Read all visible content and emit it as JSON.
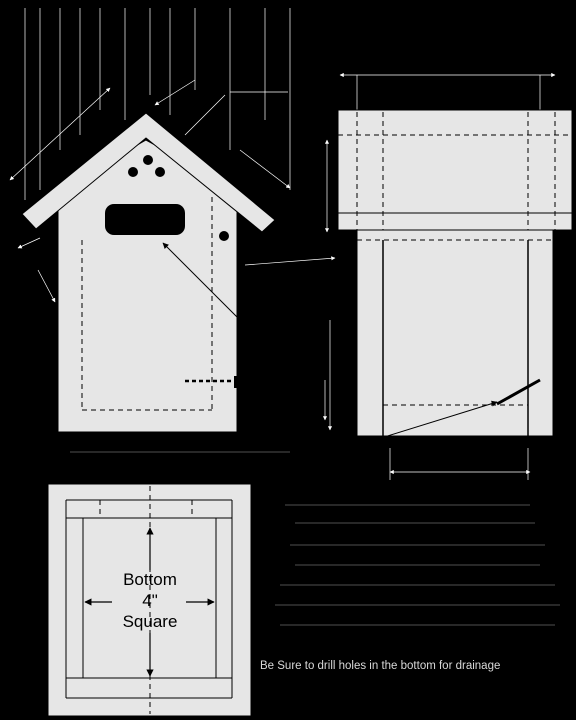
{
  "bottom_panel": {
    "title": "Bottom",
    "size": "4\"",
    "shape": "Square"
  },
  "drainage_note": "Be Sure to drill holes in the bottom for drainage",
  "colors": {
    "background": "#000000",
    "wood": "#e6e6e6",
    "lines": "#000000",
    "dimension_lines": "#ffffff"
  }
}
